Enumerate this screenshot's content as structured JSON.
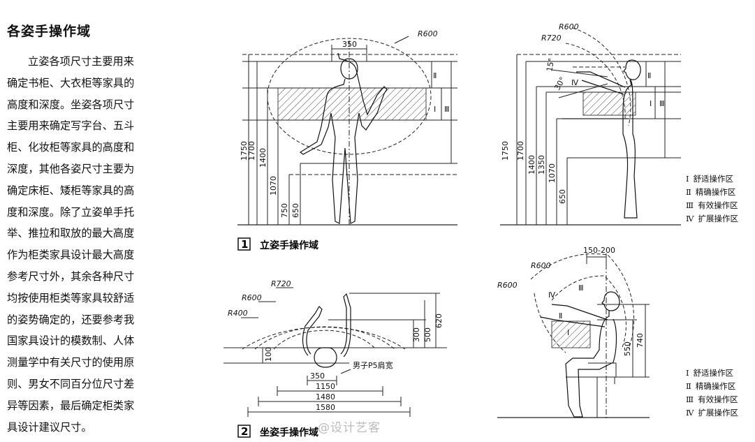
{
  "article": {
    "title": "各姿手操作域",
    "lines": [
      "立姿各项尺寸主要用来",
      "确定书柜、大衣柜等家具的",
      "高度和深度。坐姿各项尺寸",
      "主要用来确定写字台、五斗",
      "柜、化妆柜等家具的高度和",
      "深度，其他各姿尺寸主要为",
      "确定床柜、矮柜等家具的高",
      "度和深度。除了立姿单手托",
      "举、推拉和取放的最大高度",
      "作为柜类家具设计最大高度",
      "参考尺寸外，其余各种尺寸",
      "均按使用柜类等家具较舒适",
      "的姿势确定的，还要参考我",
      "国家具设计的模数制、人体",
      "测量学中有关尺寸的使用原",
      "则、男女不同百分位尺寸差",
      "异等因素，最后确定柜类家",
      "具设计建议尺寸。"
    ]
  },
  "fig1": {
    "caption_num": "1",
    "caption": "立姿手操作域",
    "front": {
      "radius": "R600",
      "width": "350",
      "dims": [
        "1750",
        "1700",
        "1400",
        "1070",
        "750",
        "650"
      ],
      "zones": [
        "Ⅱ",
        "Ⅰ",
        "Ⅲ"
      ]
    },
    "side": {
      "radius_outer": "R600",
      "radius_inner": "R720",
      "angle1": "15°",
      "angle2": "30°",
      "dims": [
        "1750",
        "1700",
        "1400",
        "1350",
        "1070",
        "650"
      ],
      "zones": [
        "Ⅱ",
        "Ⅳ",
        "Ⅰ",
        "Ⅲ"
      ]
    }
  },
  "fig2": {
    "caption_num": "2",
    "caption": "坐姿手操作域",
    "top": {
      "radii": [
        "R720",
        "R600",
        "R400"
      ],
      "right_dims": [
        "300",
        "500",
        "620"
      ],
      "left_dim": "100",
      "bottom_dims": [
        "350",
        "1150",
        "1480",
        "1580"
      ],
      "note": "男子P5肩宽"
    },
    "seated": {
      "top_dim": "150-200",
      "radius_outer": "R600",
      "radius_inner": "R600",
      "dims": [
        "550",
        "740"
      ],
      "zones": [
        "Ⅳ",
        "Ⅲ",
        "Ⅱ",
        "Ⅰ"
      ]
    }
  },
  "legend_items": [
    {
      "num": "Ⅰ",
      "label": "舒适操作区"
    },
    {
      "num": "Ⅱ",
      "label": "精确操作区"
    },
    {
      "num": "Ⅲ",
      "label": "有效操作区"
    },
    {
      "num": "Ⅳ",
      "label": "扩展操作区"
    }
  ],
  "watermark": "@设计艺客"
}
